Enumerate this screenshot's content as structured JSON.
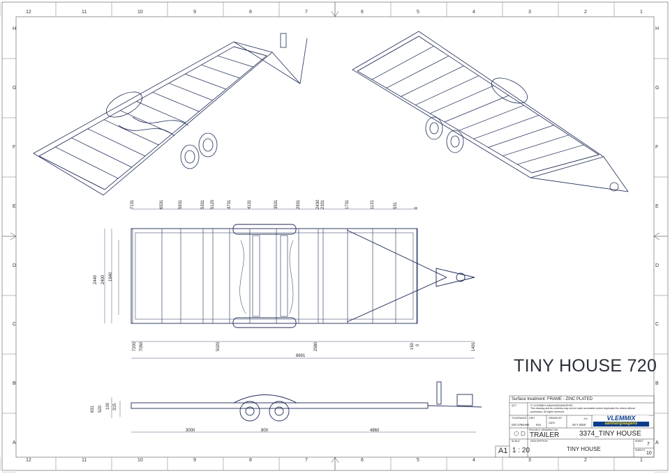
{
  "border": {
    "columns": [
      "12",
      "11",
      "10",
      "9",
      "8",
      "7",
      "6",
      "5",
      "4",
      "3",
      "2",
      "1"
    ],
    "rows": [
      "H",
      "G",
      "F",
      "E",
      "D",
      "C",
      "B",
      "A"
    ]
  },
  "drawing": {
    "title": "TINY HOUSE 720",
    "top_dims": [
      "7131",
      "6531",
      "5931",
      "5331",
      "5120",
      "4731",
      "4131",
      "3531",
      "2931",
      "2430",
      "2331",
      "1731",
      "1131",
      "531",
      "0"
    ],
    "left_dims": [
      "2440",
      "2400",
      "1940"
    ],
    "bottom_dims": {
      "d1": "7200",
      "d2": "7050",
      "d3": "5020",
      "d4": "2580",
      "d5": "150",
      "d6": "0",
      "d7": "1491",
      "total": "8691"
    },
    "side_vert_dims": [
      "631",
      "520",
      "315",
      "100"
    ],
    "side_horiz_dims": [
      "3000",
      "800",
      "4860"
    ]
  },
  "title_block": {
    "surface": "Surface treatment: FRAME - ZINC PLATED",
    "copyright": "© VLEMMIX AANHANGWAGENS",
    "notice_1": "This drawing and its contents may not be made accessible and/or duplicated for others without",
    "notice_2": "permission. All rights reserved.",
    "tolerance_label": "TOLERANCE",
    "tolerance_value": "ISO 2768-MK",
    "unit_label": "UNIT",
    "unit_value": "mm",
    "drawn_by_label": "DRAWN BY",
    "drawn_by_value": "J.K.",
    "date_label": "DATE",
    "date_value": "20-7-2020",
    "logo_top": "VLEMMIX",
    "logo_bottom": "aanhangwagens",
    "project_label": "PROJECT DRAWING NO.",
    "project_value": "TRAILER",
    "drawing_no": "3374_TINY HOUSE",
    "format": "A1",
    "scale_label": "SCALE",
    "scale_value": "1 : 20",
    "description_label": "DESCRIPTION",
    "description_value": "TINY HOUSE",
    "sheet_label": "SHEET",
    "sheet_value": "7",
    "sheets_label": "SHEETS",
    "sheets_value": "10",
    "qty_label": "QTY"
  }
}
